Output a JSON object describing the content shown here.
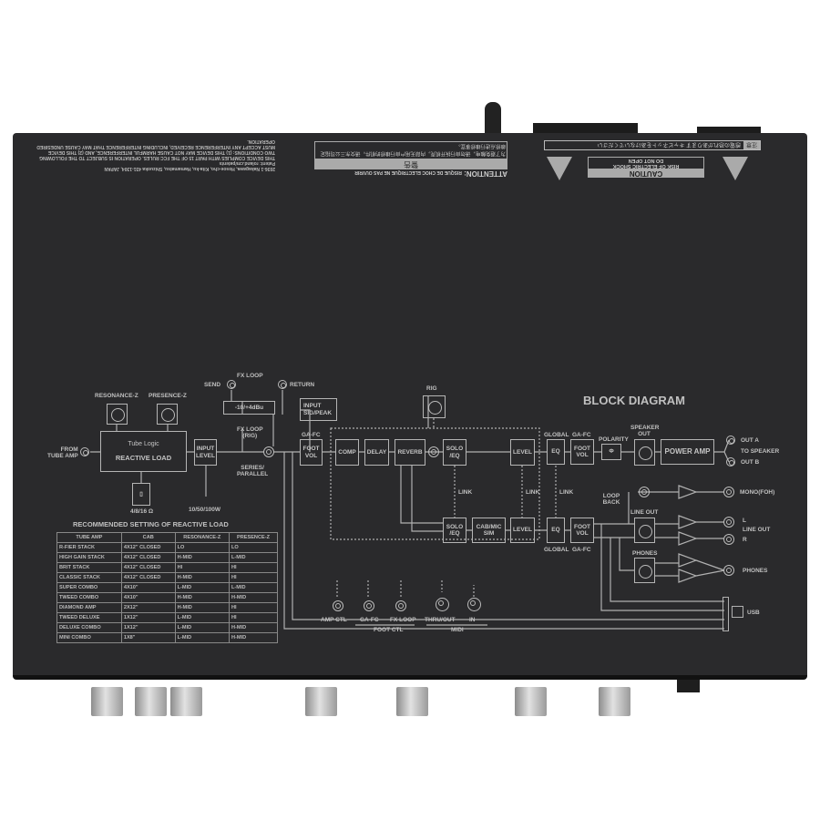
{
  "top_labels": {
    "fcc": "THIS DEVICE COMPLIES WITH PART 15 OF THE FCC RULES. OPERATION IS SUBJECT TO THE FOLLOWING TWO CONDITIONS: (1) THIS DEVICE MAY NOT CAUSE HARMFUL INTERFERENCE, AND (2) THIS DEVICE MUST ACCEPT ANY INTERFERENCE RECEIVED, INCLUDING INTERFERENCE THAT MAY CAUSE UNDESIRED OPERATION.",
    "patent": "Patent: roland.cm/patents",
    "address": "2036-1 Nakagawa, Hosoe-cho, Kita-ku, Hamamatsu, Shizuoka 431-1304, JAPAN",
    "attention": "ATTENTION:",
    "attention_text": "RISQUE DE CHOC ELECTRIQUE NE PAS OUVRIR",
    "warning_cn_title": "警告",
    "warning_cn": "为了避免触电，请勿自行拆开机壳，内部无用户自行维修的机件。请交东三公司指定维修点进行维修事宜。",
    "caution_jp_title": "注意",
    "caution_jp": "感電の恐れがあります キャビネットをあけないでください",
    "caution": "CAUTION",
    "caution_text1": "RISK OF ELECTRIC SHOCK",
    "caution_text2": "DO NOT OPEN"
  },
  "diagram": {
    "title": "BLOCK DIAGRAM",
    "resonance": "RESONANCE-Z",
    "presence": "PRESENCE-Z",
    "from_tube_amp1": "FROM",
    "from_tube_amp2": "TUBE AMP",
    "tube_logic": "Tube Logic",
    "reactive_load": "REACTIVE LOAD",
    "impedance": "4/8/16 Ω",
    "input_level": "INPUT LEVEL",
    "wattage": "10/50/100W",
    "fx_loop": "FX LOOP",
    "send": "SEND",
    "return": "RETURN",
    "level_switch": "-10/+4dBu",
    "fx_loop_rig1": "FX LOOP",
    "fx_loop_rig2": "(RIG)",
    "series1": "SERIES/",
    "series2": "PARALLEL",
    "input_sig": "INPUT SIG/PEAK",
    "ga_fc": "GA-FC",
    "foot_vol": "FOOT VOL",
    "rig": "RIG",
    "comp": "COMP",
    "delay": "DELAY",
    "reverb": "REVERB",
    "solo_eq": "SOLO /EQ",
    "level": "LEVEL",
    "cab_mic": "CAB/MIC SIM",
    "link": "LINK",
    "global": "GLOBAL",
    "eq": "EQ",
    "polarity": "POLARITY",
    "polarity_symbol": "Φ",
    "speaker_out": "SPEAKER OUT",
    "power_amp": "POWER AMP",
    "out_a": "OUT A",
    "to_speaker": "TO SPEAKER",
    "out_b": "OUT B",
    "loop_back": "LOOP BACK",
    "mono": "MONO(FOH)",
    "line_out": "LINE OUT",
    "l": "L",
    "r": "R",
    "phones": "PHONES",
    "usb": "USB",
    "amp_ctl": "AMP CTL",
    "fc_ga": "GA-FC",
    "fc_fx": "FX LOOP",
    "foot_ctl": "FOOT CTL",
    "thru_out": "THRU/OUT",
    "in": "IN",
    "midi": "MIDI"
  },
  "table": {
    "title": "RECOMMENDED SETTING OF REACTIVE LOAD",
    "headers": [
      "TUBE AMP",
      "CAB",
      "RESONANCE-Z",
      "PRESENCE-Z"
    ],
    "rows": [
      [
        "R-FIER STACK",
        "4X12\" CLOSED",
        "LO",
        "LO"
      ],
      [
        "HIGH GAIN STACK",
        "4X12\" CLOSED",
        "H-MID",
        "L-MID"
      ],
      [
        "BRIT STACK",
        "4X12\" CLOSED",
        "HI",
        "HI"
      ],
      [
        "CLASSIC STACK",
        "4X12\" CLOSED",
        "H-MID",
        "HI"
      ],
      [
        "SUPER COMBO",
        "4X10\"",
        "L-MID",
        "L-MID"
      ],
      [
        "TWEED COMBO",
        "4X10\"",
        "H-MID",
        "H-MID"
      ],
      [
        "DIAMOND AMP",
        "2X12\"",
        "H-MID",
        "HI"
      ],
      [
        "TWEED DELUXE",
        "1X12\"",
        "L-MID",
        "HI"
      ],
      [
        "DELUXE COMBO",
        "1X12\"",
        "L-MID",
        "H-MID"
      ],
      [
        "MINI COMBO",
        "1X8\"",
        "L-MID",
        "H-MID"
      ]
    ]
  }
}
